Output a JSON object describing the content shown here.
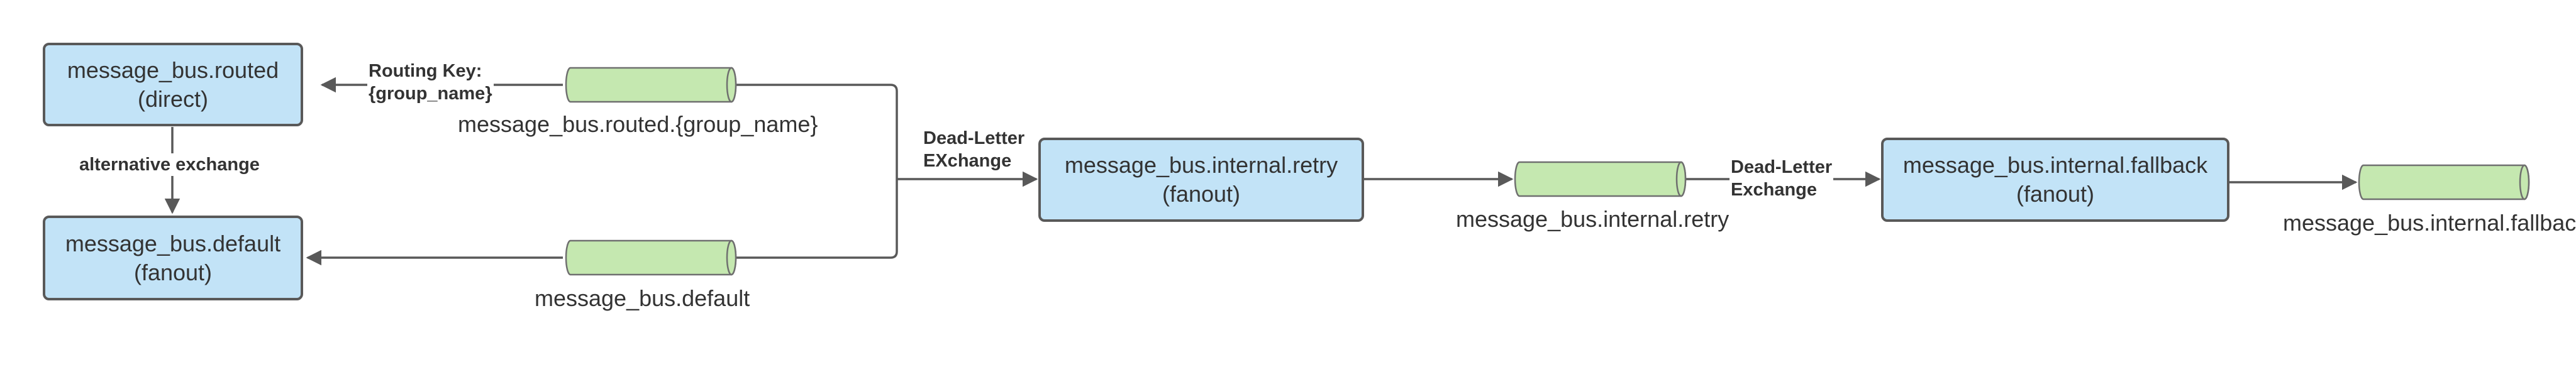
{
  "colors": {
    "exchange_fill": "#c2e3f7",
    "exchange_border": "#595959",
    "queue_fill": "#c5e8b0",
    "queue_border": "#6f6f6f",
    "line": "#595959",
    "text": "#333333"
  },
  "exchanges": {
    "routed": {
      "name": "message_bus.routed",
      "type": "(direct)"
    },
    "default": {
      "name": "message_bus.default",
      "type": "(fanout)"
    },
    "retry": {
      "name": "message_bus.internal.retry",
      "type": "(fanout)"
    },
    "fallback": {
      "name": "message_bus.internal.fallback",
      "type": "(fanout)"
    }
  },
  "queues": {
    "routed": "message_bus.routed.{group_name}",
    "default": "message_bus.default",
    "retry": "message_bus.internal.retry",
    "fallback": "message_bus.internal.fallback"
  },
  "edges": {
    "routing_key_line1": "Routing Key:",
    "routing_key_line2": "{group_name}",
    "alternative_exchange": "alternative exchange",
    "dead_letter_1_line1": "Dead-Letter",
    "dead_letter_1_line2": "EXchange",
    "dead_letter_2_line1": "Dead-Letter",
    "dead_letter_2_line2": "Exchange"
  }
}
